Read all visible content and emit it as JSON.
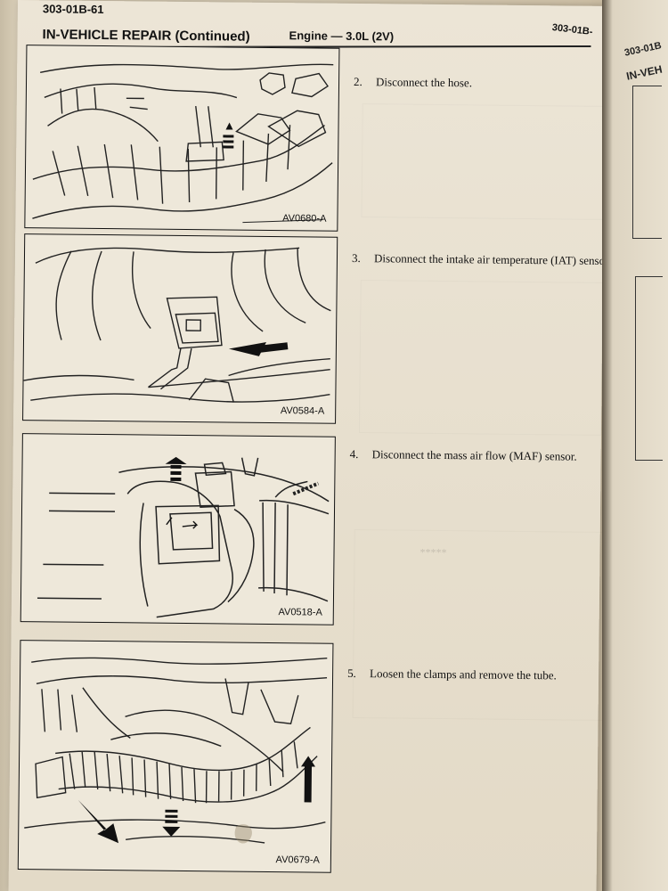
{
  "header": {
    "doc_id": "303-01B-61",
    "section": "IN-VEHICLE REPAIR (Continued)",
    "engine": "Engine — 3.0L (2V)",
    "corner_id": "303-01B-"
  },
  "neighbor_page": {
    "header": "303-01B",
    "section": "IN-VEH"
  },
  "figures": [
    {
      "label": "AV0680-A"
    },
    {
      "label": "AV0584-A"
    },
    {
      "label": "AV0518-A"
    },
    {
      "label": "AV0679-A"
    }
  ],
  "steps": [
    {
      "number": "2.",
      "text": "Disconnect the hose."
    },
    {
      "number": "3.",
      "text": "Disconnect the intake air temperature (IAT) sensor."
    },
    {
      "number": "4.",
      "text": "Disconnect the mass air flow (MAF) sensor."
    },
    {
      "number": "5.",
      "text": "Loosen the clamps and remove the tube."
    }
  ]
}
